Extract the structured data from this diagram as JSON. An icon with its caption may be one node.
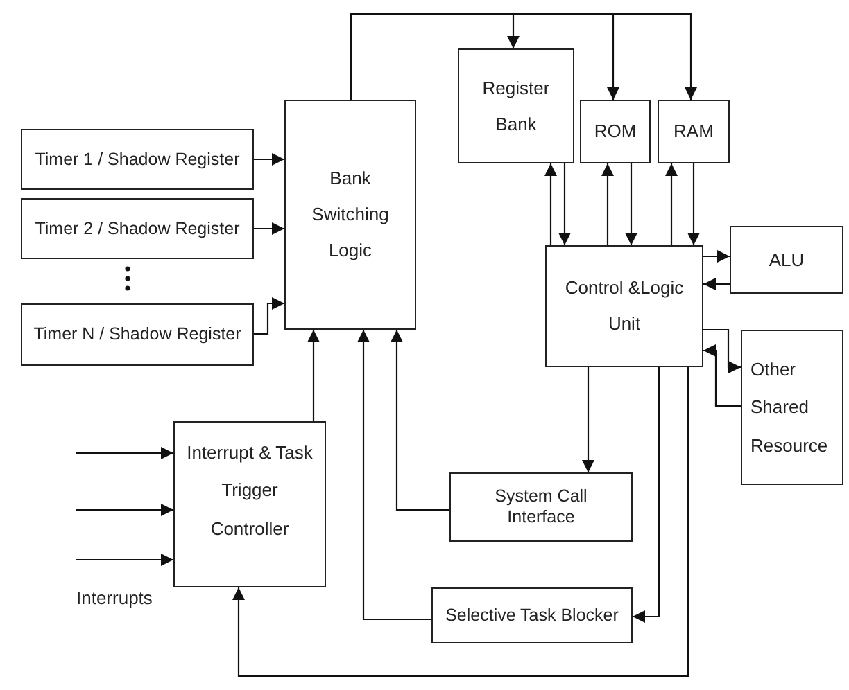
{
  "diagram": {
    "nodes": [
      {
        "text": [
          "Timer 1 / Shadow Register"
        ]
      },
      {
        "text": [
          "Timer 2 / Shadow Register"
        ]
      },
      {
        "text": [
          "Timer N / Shadow Register"
        ]
      },
      {
        "text": [
          "Bank Switching Logic"
        ]
      },
      {
        "text": [
          "Register Bank"
        ]
      },
      {
        "text": [
          "ROM"
        ]
      },
      {
        "text": [
          "RAM"
        ]
      },
      {
        "text": [
          "Control &Logic Unit"
        ]
      },
      {
        "text": [
          "ALU"
        ]
      },
      {
        "text": [
          "Other Shared Resource"
        ]
      },
      {
        "text": [
          "Interrupt & Task Trigger Controller"
        ]
      },
      {
        "text": [
          "System Call Interface"
        ]
      },
      {
        "text": [
          "Selective Task Blocker"
        ]
      }
    ],
    "edges": [
      {
        "from": 0,
        "to": 3,
        "arrow": "to"
      },
      {
        "from": 1,
        "to": 3,
        "arrow": "to"
      },
      {
        "from": 2,
        "to": 3,
        "arrow": "to"
      },
      {
        "from": 10,
        "to": 3,
        "arrow": "to"
      },
      {
        "from": 11,
        "to": 3,
        "arrow": "to"
      },
      {
        "from": 12,
        "to": 3,
        "arrow": "to"
      },
      {
        "from": 3,
        "to": 4,
        "arrow": "to"
      },
      {
        "from": 3,
        "to": 5,
        "arrow": "to"
      },
      {
        "from": 3,
        "to": 6,
        "arrow": "to"
      },
      {
        "from": 7,
        "to": 4,
        "arrow": "to"
      },
      {
        "from": 4,
        "to": 7,
        "arrow": "to"
      },
      {
        "from": 7,
        "to": 5,
        "arrow": "to"
      },
      {
        "from": 5,
        "to": 7,
        "arrow": "to"
      },
      {
        "from": 7,
        "to": 6,
        "arrow": "to"
      },
      {
        "from": 6,
        "to": 7,
        "arrow": "to"
      },
      {
        "from": 7,
        "to": 8,
        "arrow": "to"
      },
      {
        "from": 8,
        "to": 7,
        "arrow": "to"
      },
      {
        "from": 7,
        "to": 9,
        "arrow": "to"
      },
      {
        "from": 9,
        "to": 7,
        "arrow": "to"
      },
      {
        "from": 7,
        "to": 11,
        "arrow": "to"
      },
      {
        "from": 7,
        "to": 12,
        "arrow": "to"
      },
      {
        "from": 7,
        "to": 10,
        "arrow": "to"
      },
      {
        "from": null,
        "to": 10,
        "arrow": "to"
      },
      {
        "from": null,
        "to": 10,
        "arrow": "to"
      },
      {
        "from": null,
        "to": 10,
        "arrow": "to"
      }
    ],
    "labels": [
      "Interrupts"
    ]
  }
}
